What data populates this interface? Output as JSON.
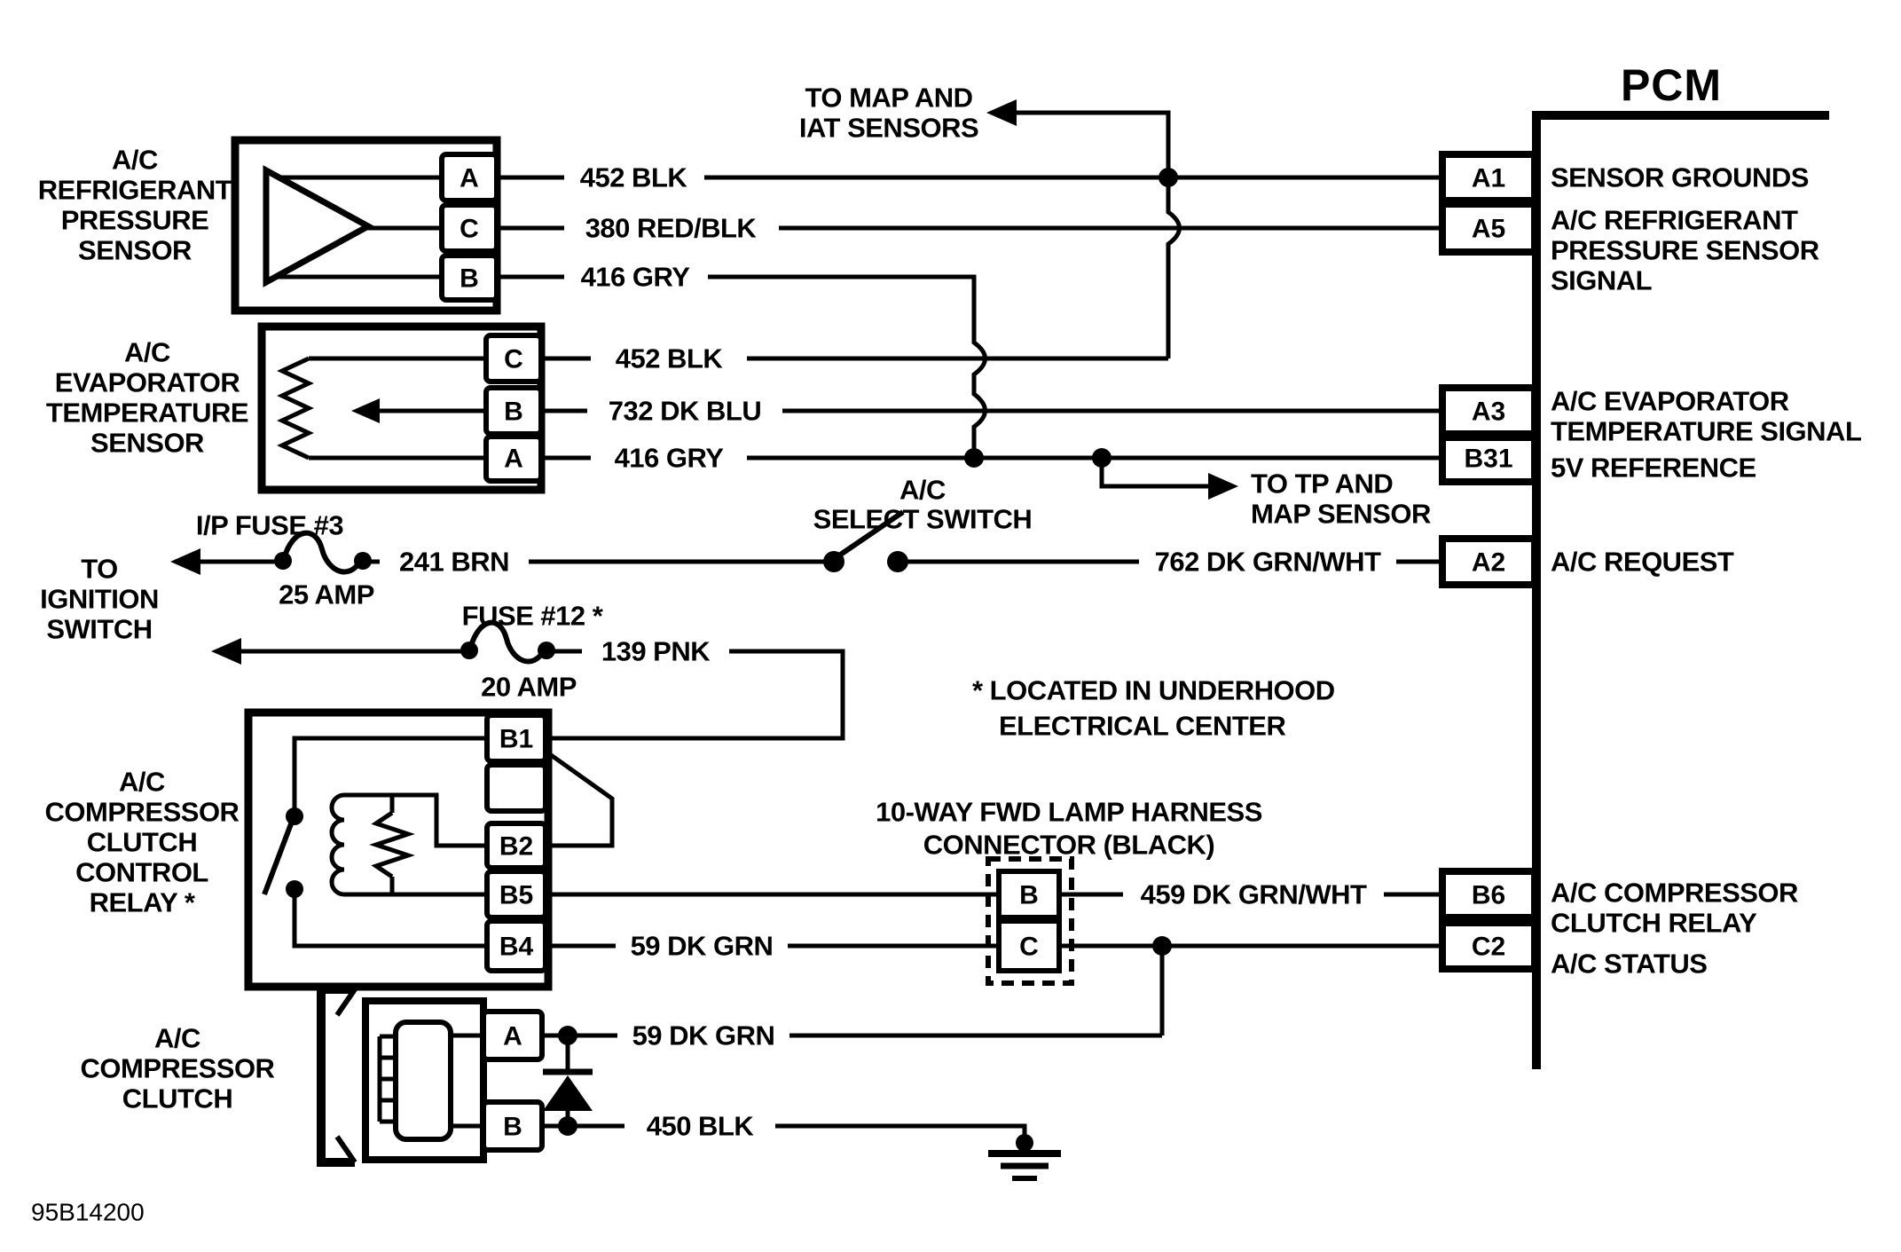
{
  "pcm": {
    "title": "PCM",
    "pins": {
      "a1": {
        "id": "A1",
        "desc": [
          "SENSOR GROUNDS"
        ]
      },
      "a5": {
        "id": "A5",
        "desc": [
          "A/C REFRIGERANT",
          "PRESSURE SENSOR",
          "SIGNAL"
        ]
      },
      "a3": {
        "id": "A3",
        "desc": [
          "A/C EVAPORATOR",
          "TEMPERATURE SIGNAL"
        ]
      },
      "b31": {
        "id": "B31",
        "desc": [
          "5V REFERENCE"
        ]
      },
      "a2": {
        "id": "A2",
        "desc": [
          "A/C REQUEST"
        ]
      },
      "b6": {
        "id": "B6",
        "desc": [
          "A/C COMPRESSOR",
          "CLUTCH RELAY"
        ]
      },
      "c2": {
        "id": "C2",
        "desc": [
          "A/C STATUS"
        ]
      }
    }
  },
  "components": {
    "pressure_sensor": {
      "label": [
        "A/C",
        "REFRIGERANT",
        "PRESSURE",
        "SENSOR"
      ],
      "terminals": [
        "A",
        "C",
        "B"
      ]
    },
    "evap_sensor": {
      "label": [
        "A/C",
        "EVAPORATOR",
        "TEMPERATURE",
        "SENSOR"
      ],
      "terminals": [
        "C",
        "B",
        "A"
      ]
    },
    "relay": {
      "label": [
        "A/C",
        "COMPRESSOR",
        "CLUTCH",
        "CONTROL",
        "RELAY *"
      ],
      "terminals": [
        "B1",
        "B2",
        "B5",
        "B4"
      ]
    },
    "clutch": {
      "label": [
        "A/C",
        "COMPRESSOR",
        "CLUTCH"
      ],
      "terminals": [
        "A",
        "B"
      ]
    },
    "connector": {
      "label": [
        "10-WAY FWD LAMP HARNESS",
        "CONNECTOR (BLACK)"
      ],
      "terminals": [
        "B",
        "C"
      ]
    },
    "select_switch": {
      "label": [
        "A/C",
        "SELECT SWITCH"
      ]
    }
  },
  "fuses": {
    "fuse3": {
      "name": "I/P FUSE #3",
      "rating": "25 AMP"
    },
    "fuse12": {
      "name": "FUSE #12 *",
      "rating": "20 AMP"
    }
  },
  "wires": {
    "w452a": "452 BLK",
    "w380": "380 RED/BLK",
    "w416a": "416 GRY",
    "w452b": "452 BLK",
    "w732": "732 DK BLU",
    "w416b": "416 GRY",
    "w241": "241 BRN",
    "w762": "762 DK GRN/WHT",
    "w139": "139 PNK",
    "w459": "459 DK GRN/WHT",
    "w59a": "59 DK GRN",
    "w59b": "59 DK GRN",
    "w450": "450 BLK"
  },
  "annotations": {
    "to_map_iat": [
      "TO MAP AND",
      "IAT SENSORS"
    ],
    "to_tp_map": [
      "TO TP AND",
      "MAP SENSOR"
    ],
    "to_ignition": [
      "TO",
      "IGNITION",
      "SWITCH"
    ],
    "note": [
      "* LOCATED IN UNDERHOOD",
      "ELECTRICAL CENTER"
    ],
    "figure_id": "95B14200"
  },
  "colors": {
    "ink": "#000000",
    "paper": "#ffffff"
  }
}
